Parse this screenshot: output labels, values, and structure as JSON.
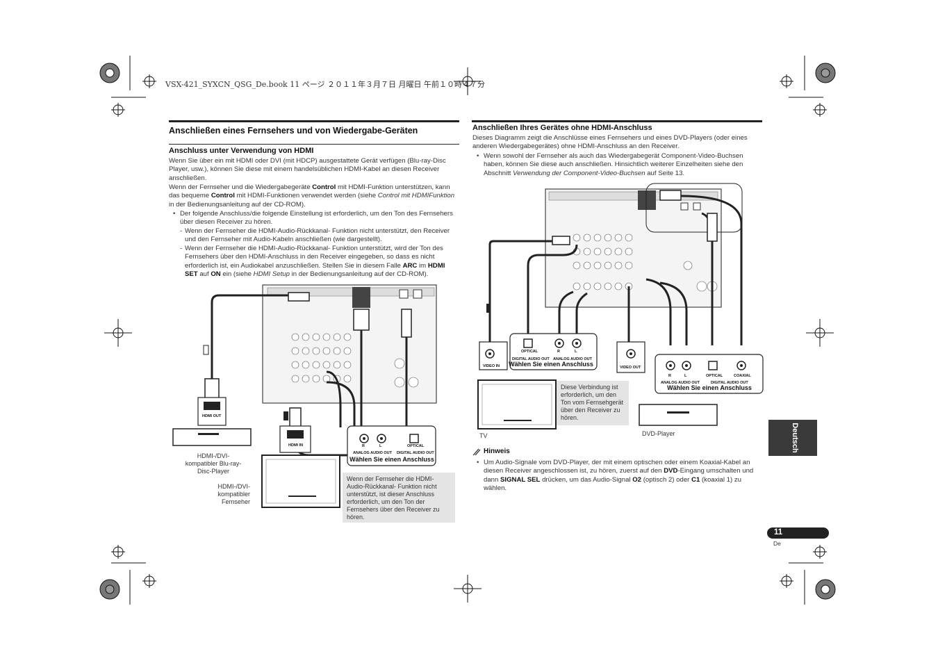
{
  "header": {
    "file_line": "VSX-421_SYXCN_QSG_De.book  11 ページ  ２０１１年３月７日  月曜日  午前１０時４７分"
  },
  "left": {
    "title": "Anschließen eines Fernsehers und von Wiedergabe-Geräten",
    "subtitle": "Anschluss unter Verwendung von HDMI",
    "p1": "Wenn Sie über ein mit HDMI oder DVI (mit HDCP) ausgestattete Gerät verfügen (Blu-ray-Disc Player, usw.), können Sie diese mit einem handelsüblichen HDMI-Kabel an diesen Receiver anschließen.",
    "p2_a": "Wenn der Fernseher und die Wiedergabegeräte ",
    "p2_b": "Control",
    "p2_c": " mit HDMI-Funktion unterstützen, kann das bequeme ",
    "p2_d": "Control",
    "p2_e": " mit HDMI-Funktionen verwendet werden (siehe ",
    "p2_f": "Control mit HDMIFunktion",
    "p2_g": " in der Bedienungsanleitung auf der CD-ROM).",
    "bullet1": "Der folgende Anschluss/die folgende Einstellung ist erforderlich, um den Ton des Fernsehers über diesen Receiver zu hören.",
    "dash1": "Wenn der Fernseher die HDMI-Audio-Rückkanal- Funktion nicht unterstützt, den Receiver und den Fernseher mit Audio-Kabeln anschließen (wie dargestellt).",
    "dash2_a": "Wenn der Fernseher die HDMI-Audio-Rückkanal- Funktion unterstützt, wird der Ton des Fernsehers über den HDMI-Anschluss in den Receiver eingegeben, so dass es nicht erforderlich ist, ein Audiokabel anzuschließen. Stellen Sie in diesem Falle ",
    "dash2_b": "ARC",
    "dash2_c": " im ",
    "dash2_d": "HDMI SET",
    "dash2_e": " auf ",
    "dash2_f": "ON",
    "dash2_g": " ein (siehe ",
    "dash2_h": "HDMI Setup",
    "dash2_i": " in der Bedienungsanleitung auf der CD-ROM).",
    "diagram": {
      "hdmi_out": "HDMI OUT",
      "hdmi_in": "HDMI IN",
      "analog_audio_out": "ANALOG AUDIO OUT",
      "digital_audio_out": "DIGITAL AUDIO OUT",
      "optical": "OPTICAL",
      "r": "R",
      "l": "L",
      "choose": "Wählen Sie einen Anschluss",
      "bluray_caption": "HDMI-/DVI-\nkompatibler Blu-ray-\nDisc-Player",
      "tv_caption": "HDMI-/DVI-\nkompatibler\nFernseher",
      "note": "Wenn der Fernseher die HDMI-Audio-Rückkanal- Funktion nicht unterstützt, ist dieser Anschluss erforderlich, um den Ton der Fernsehers über den Receiver zu hören."
    }
  },
  "right": {
    "subtitle": "Anschließen Ihres Gerätes ohne HDMI-Anschluss",
    "p1": "Dieses Diagramm zeigt die Anschlüsse eines Fernsehers und eines DVD-Players (oder eines anderen Wiedergabegerätes) ohne HDMI-Anschluss an den Receiver.",
    "bullet1_a": "Wenn sowohl der Fernseher als auch das Wiedergabegerät Component-Video-Buchsen haben, können Sie diese auch anschließen. Hinsichtlich weiterer Einzelheiten siehe den Abschnitt ",
    "bullet1_b": "Verwendung der Component-Video-Buchsen",
    "bullet1_c": " auf Seite 13.",
    "diagram": {
      "video_in": "VIDEO IN",
      "video_out": "VIDEO OUT",
      "optical": "OPTICAL",
      "coaxial": "COAXIAL",
      "digital_audio_out": "DIGITAL AUDIO OUT",
      "analog_audio_out": "ANALOG AUDIO OUT",
      "r": "R",
      "l": "L",
      "choose_1": "Wählen Sie einen Anschluss",
      "choose_2": "Wählen Sie einen Anschluss",
      "tv_caption": "TV",
      "dvd_caption": "DVD-Player",
      "note": "Diese Verbindung ist erforderlich, um den Ton vom Fernsehgerät über den Receiver zu hören."
    },
    "hint_title": "Hinweis",
    "hint_a": "Um Audio-Signale vom DVD-Player, der mit einem optischen oder einem Koaxial-Kabel an diesen Receiver angeschlossen ist, zu hören, zuerst auf den ",
    "hint_b": "DVD",
    "hint_c": "-Eingang umschalten und dann ",
    "hint_d": "SIGNAL SEL",
    "hint_e": " drücken, um das Audio-Signal ",
    "hint_f": "O2",
    "hint_g": " (optisch 2) oder ",
    "hint_h": "C1",
    "hint_i": " (koaxial 1) zu wählen."
  },
  "side_tab": "Deutsch",
  "page_number": "11",
  "page_lang": "De"
}
